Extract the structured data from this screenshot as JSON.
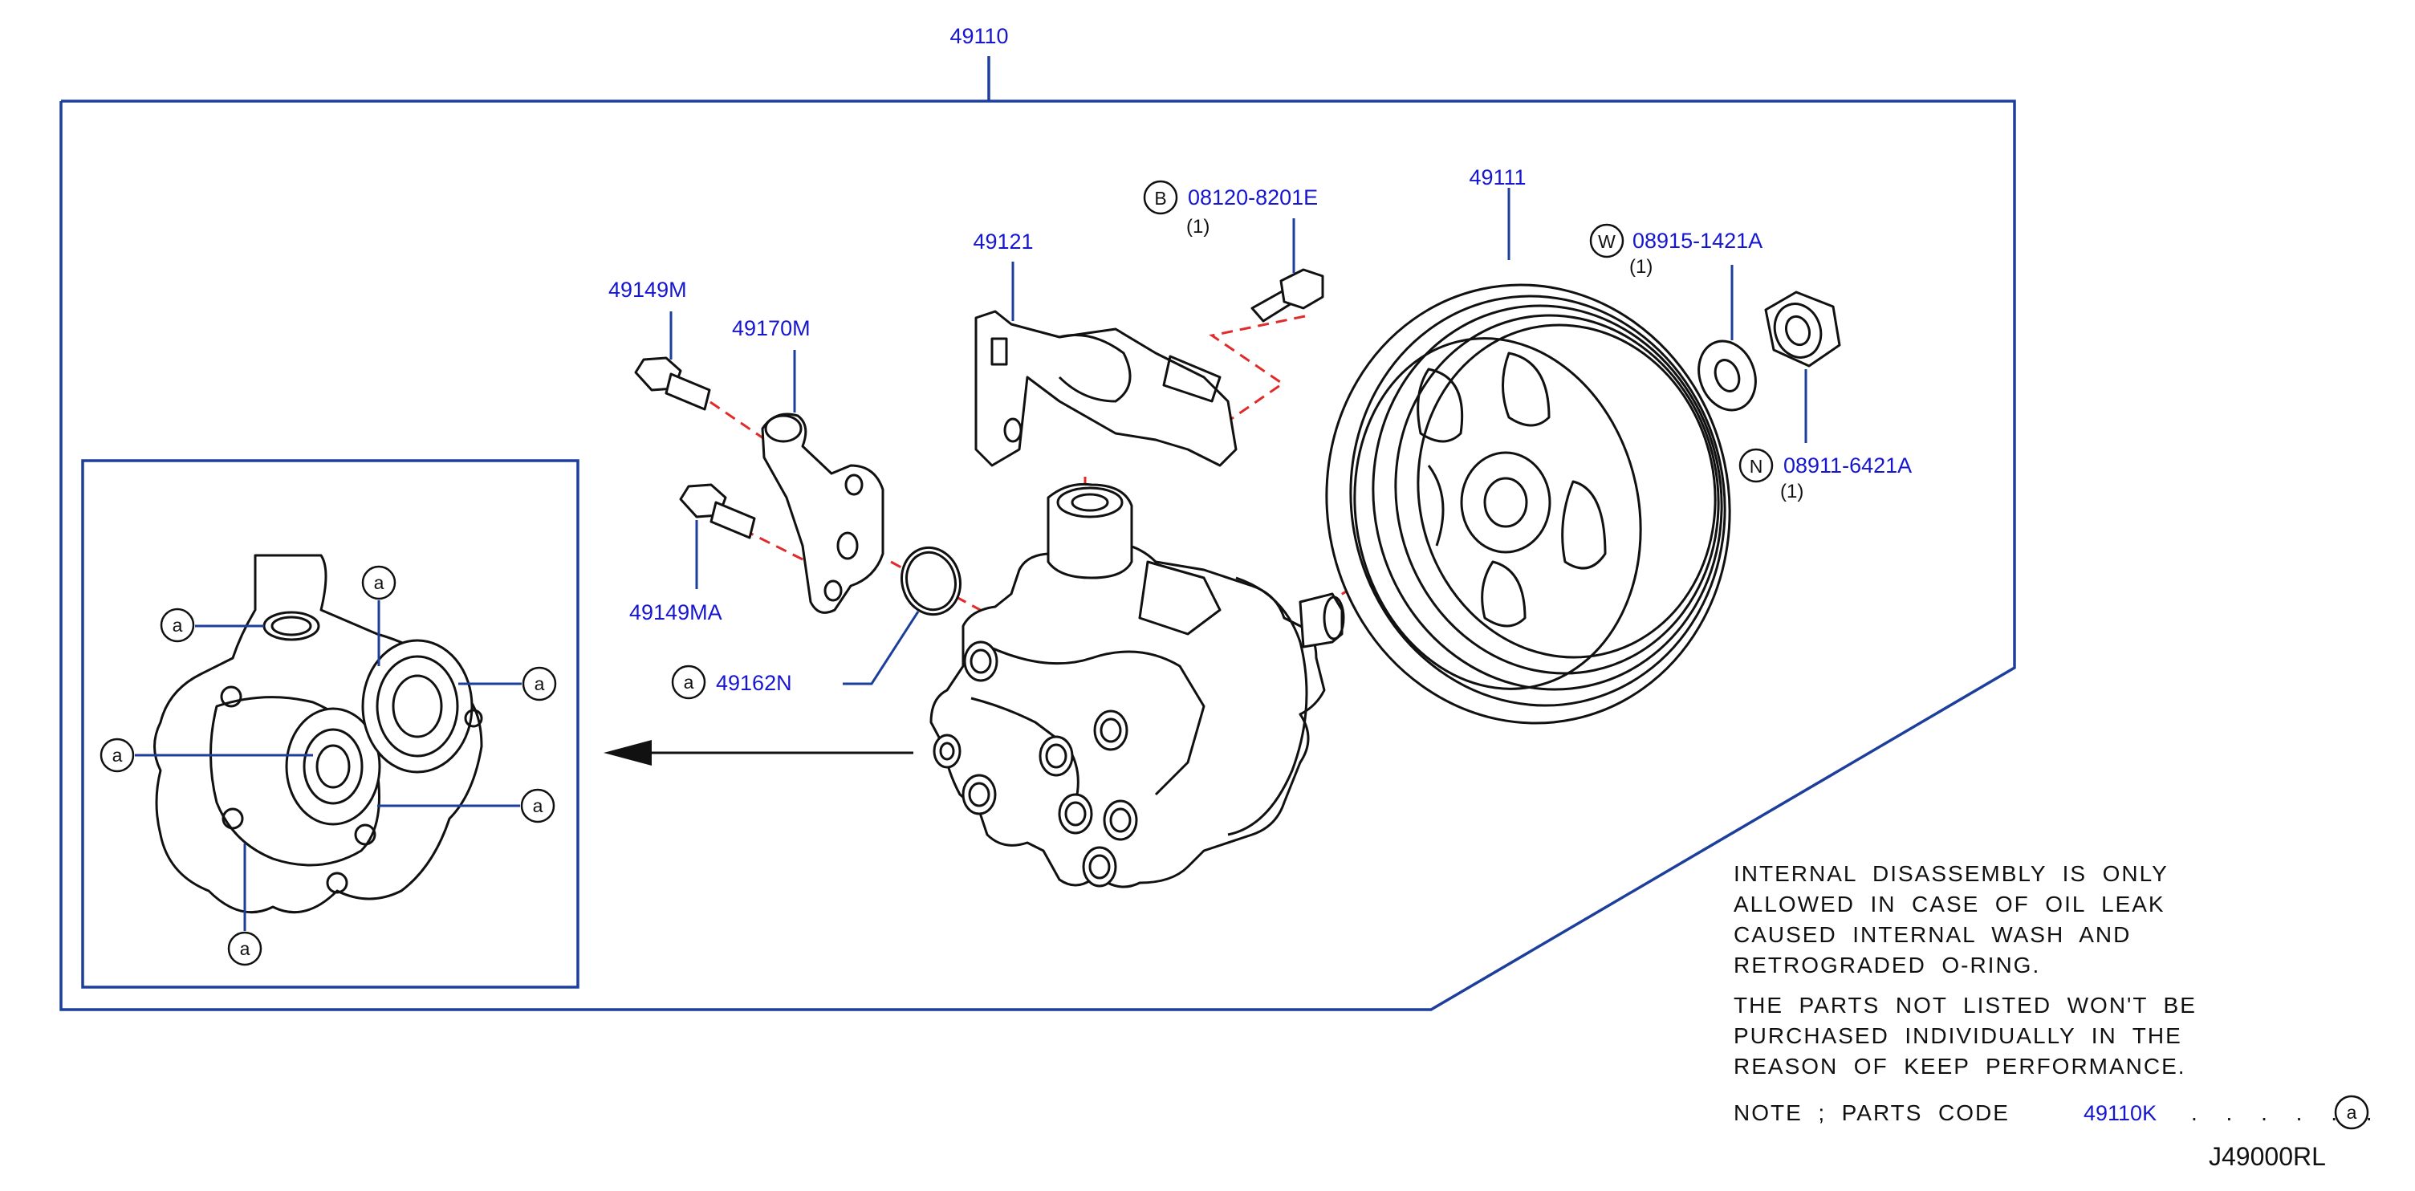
{
  "labels": {
    "assembly": "49110",
    "pulley": "49111",
    "bracket": "49121",
    "bolt_b_code": "B",
    "bolt_b": "08120-8201E",
    "bolt_b_qty": "(1)",
    "washer_code": "W",
    "washer": "08915-1421A",
    "washer_qty": "(1)",
    "nut_code": "N",
    "nut": "08911-6421A",
    "nut_qty": "(1)",
    "bolt_upper": "49149M",
    "connector": "49170M",
    "bolt_lower": "49149MA",
    "oring": "49162N",
    "callout": "a"
  },
  "notes": {
    "line1": "INTERNAL  DISASSEMBLY  IS  ONLY",
    "line2": "ALLOWED  IN  CASE  OF  OIL  LEAK",
    "line3": "CAUSED  INTERNAL  WASH  AND",
    "line4": "RETROGRADED  O-RING.",
    "line5": "THE  PARTS  NOT  LISTED  WON'T  BE",
    "line6": "PURCHASED  INDIVIDUALLY  IN  THE",
    "line7": "REASON  OF  KEEP  PERFORMANCE.",
    "parts_code_prefix": "NOTE  ;  PARTS  CODE",
    "parts_code": "49110K",
    "parts_code_dots": ". . . . . .",
    "parts_code_symbol": "a"
  },
  "diagram_ref": "J49000RL",
  "colors": {
    "part_number": "#1616d0",
    "frame": "#1d3f9c",
    "dashed_line": "#e22a2a",
    "outline": "#111111"
  }
}
